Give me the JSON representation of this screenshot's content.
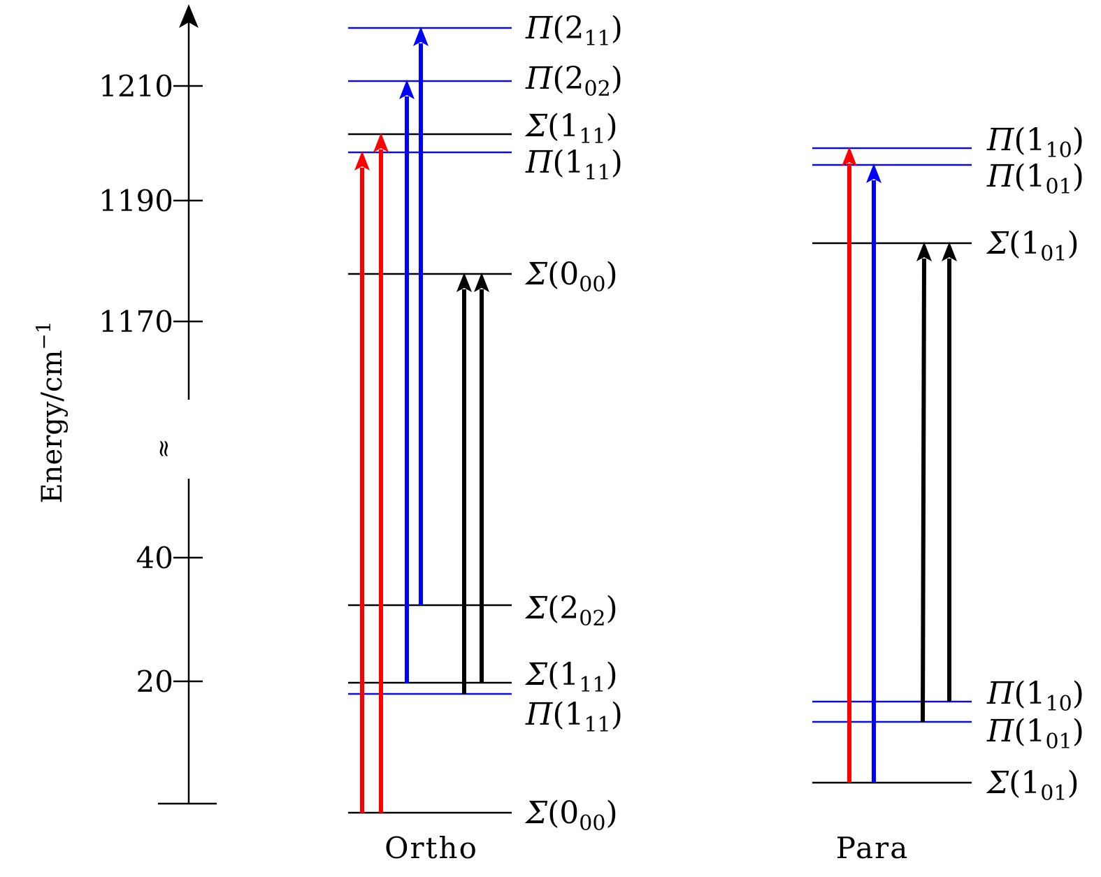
{
  "colors": {
    "sigma": "#000000",
    "pi": "#1010cc",
    "red": "#ff0000",
    "blue": "#0000ff",
    "black": "#000000"
  },
  "axis": {
    "label": "Energy/cm",
    "label_exp": "−1",
    "break_symbol": "≈",
    "ticks": [
      "1210",
      "1190",
      "1170",
      "40",
      "20"
    ]
  },
  "columns": {
    "ortho": "Ortho",
    "para": "Para"
  },
  "ortho_levels": [
    {
      "sym": "Π",
      "n": "2",
      "k": "11",
      "kind": "pi"
    },
    {
      "sym": "Π",
      "n": "2",
      "k": "02",
      "kind": "pi"
    },
    {
      "sym": "Σ",
      "n": "1",
      "k": "11",
      "kind": "sigma"
    },
    {
      "sym": "Π",
      "n": "1",
      "k": "11",
      "kind": "pi"
    },
    {
      "sym": "Σ",
      "n": "0",
      "k": "00",
      "kind": "sigma"
    },
    {
      "sym": "Σ",
      "n": "2",
      "k": "02",
      "kind": "sigma"
    },
    {
      "sym": "Σ",
      "n": "1",
      "k": "11",
      "kind": "sigma"
    },
    {
      "sym": "Π",
      "n": "1",
      "k": "11",
      "kind": "pi"
    },
    {
      "sym": "Σ",
      "n": "0",
      "k": "00",
      "kind": "sigma"
    }
  ],
  "para_levels": [
    {
      "sym": "Π",
      "n": "1",
      "k": "10",
      "kind": "pi"
    },
    {
      "sym": "Π",
      "n": "1",
      "k": "01",
      "kind": "pi"
    },
    {
      "sym": "Σ",
      "n": "1",
      "k": "01",
      "kind": "sigma"
    },
    {
      "sym": "Π",
      "n": "1",
      "k": "10",
      "kind": "pi"
    },
    {
      "sym": "Π",
      "n": "1",
      "k": "01",
      "kind": "pi"
    },
    {
      "sym": "Σ",
      "n": "1",
      "k": "01",
      "kind": "sigma"
    }
  ],
  "transitions": {
    "ortho": [
      {
        "color": "red",
        "from": 8,
        "to": 3
      },
      {
        "color": "red",
        "from": 8,
        "to": 2
      },
      {
        "color": "blue",
        "from": 6,
        "to": 1
      },
      {
        "color": "blue",
        "from": 5,
        "to": 0
      },
      {
        "color": "black",
        "from": 7,
        "to": 4
      },
      {
        "color": "black",
        "from": 6,
        "to": 4
      }
    ],
    "para": [
      {
        "color": "red",
        "from": 5,
        "to": 0
      },
      {
        "color": "blue",
        "from": 5,
        "to": 1
      },
      {
        "color": "black",
        "from": 4,
        "to": 2
      },
      {
        "color": "black",
        "from": 3,
        "to": 2
      }
    ]
  }
}
